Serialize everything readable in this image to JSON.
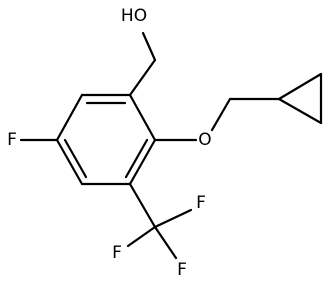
{
  "molecule": {
    "labels": {
      "hydroxyl": "HO",
      "ether_oxygen": "O",
      "ring_fluorine": "F",
      "cf3_f_top": "F",
      "cf3_f_left": "F",
      "cf3_f_bottom": "F"
    }
  }
}
